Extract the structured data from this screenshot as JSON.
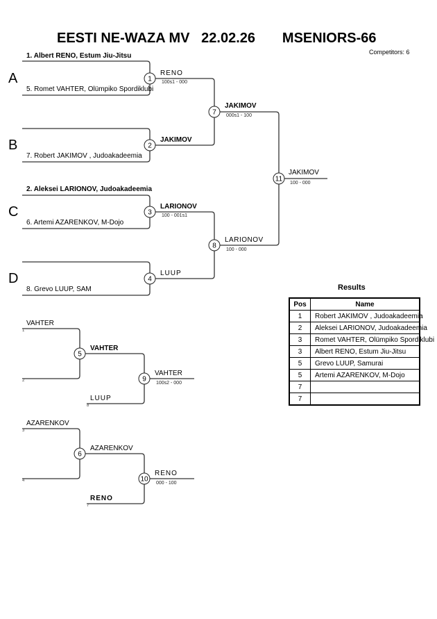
{
  "header": {
    "event": "EESTI NE-WAZA MV",
    "date": "22.02.26",
    "category": "MSENIORS-66",
    "competitors": "Competitors: 6"
  },
  "pools": [
    {
      "letter": "A",
      "top": "1. Albert RENO, Estum Jiu-Jitsu",
      "top_bold": true,
      "bottom": "5. Romet VAHTER, Olümpiko Spordiklubi",
      "match": "1",
      "winner": "RENO",
      "winner_bold": false,
      "score": "100s1 - 000"
    },
    {
      "letter": "B",
      "top": "",
      "bottom": "7. Robert  JAKIMOV , Judoakadeemia",
      "match": "2",
      "winner": "JAKIMOV",
      "winner_bold": true,
      "score": ""
    },
    {
      "letter": "C",
      "top": "2. Aleksei LARIONOV, Judoakadeemia",
      "top_bold": true,
      "bottom": "6. Artemi AZARENKOV, M-Dojo",
      "match": "3",
      "winner": "LARIONOV",
      "winner_bold": true,
      "score": "100 - 001s1"
    },
    {
      "letter": "D",
      "top": "",
      "bottom": "8. Grevo LUUP, SAM",
      "match": "4",
      "winner": "LUUP",
      "winner_bold": false,
      "score": ""
    }
  ],
  "semis": [
    {
      "match": "7",
      "winner": "JAKIMOV",
      "score": "000s1 - 100"
    },
    {
      "match": "8",
      "winner": "LARIONOV",
      "score": "100 - 000"
    }
  ],
  "final": {
    "match": "11",
    "winner": "JAKIMOV",
    "score": "100 - 000"
  },
  "repechage": [
    {
      "top": "VAHTER",
      "top_seed": "1",
      "bottom_seed": "2",
      "match1": "5",
      "winner1": "VAHTER",
      "entrant": "LUUP",
      "entrant_seed": "8",
      "match2": "9",
      "winner2": "VAHTER",
      "score2": "100s2 - 000"
    },
    {
      "top": "AZARENKOV",
      "top_seed": "3",
      "bottom_seed": "4",
      "match1": "6",
      "winner1": "AZARENKOV",
      "entrant": "RENO",
      "entrant_seed": "7",
      "match2": "10",
      "winner2": "RENO",
      "score2": "000 - 100"
    }
  ],
  "results": {
    "title": "Results",
    "columns": [
      "Pos",
      "Name"
    ],
    "rows": [
      {
        "pos": "1",
        "name": "Robert  JAKIMOV , Judoakadeemia"
      },
      {
        "pos": "2",
        "name": "Aleksei LARIONOV, Judoakadeemia"
      },
      {
        "pos": "3",
        "name": "Romet VAHTER, Olümpiko Spordiklubi"
      },
      {
        "pos": "3",
        "name": "Albert RENO, Estum Jiu-Jitsu"
      },
      {
        "pos": "5",
        "name": "Grevo LUUP, Samurai"
      },
      {
        "pos": "5",
        "name": "Artemi AZARENKOV, M-Dojo"
      },
      {
        "pos": "7",
        "name": ""
      },
      {
        "pos": "7",
        "name": ""
      }
    ]
  }
}
